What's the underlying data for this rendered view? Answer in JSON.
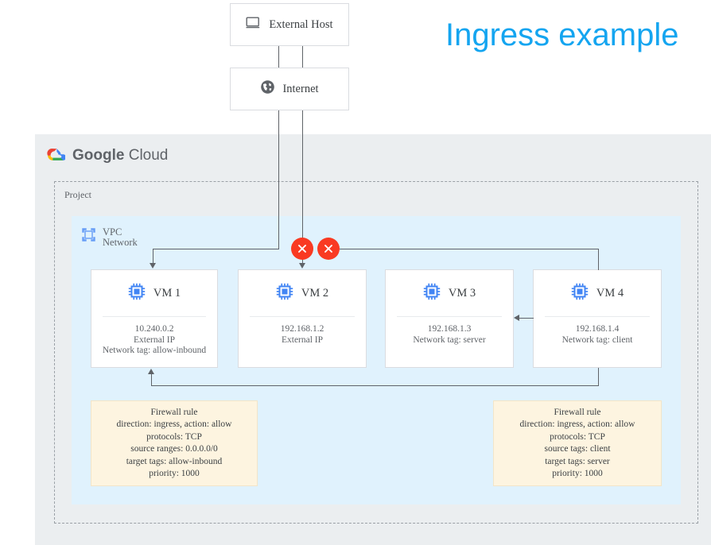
{
  "title": "Ingress example",
  "colors": {
    "title": "#14a5f0",
    "blocked": "#f93a22",
    "vpc_bg": "#e0f2fd",
    "gcp_bg": "#ebeef0",
    "firewall_bg": "#fdf4e0",
    "line": "#5f6368"
  },
  "external_nodes": [
    {
      "id": "external-host",
      "label": "External Host",
      "icon": "monitor-icon"
    },
    {
      "id": "internet",
      "label": "Internet",
      "icon": "globe-icon"
    }
  ],
  "cloud": {
    "brand_bold": "Google",
    "brand_light": "Cloud",
    "logo_icon": "google-cloud-icon",
    "project_label": "Project",
    "vpc_icon": "vpc-network-icon",
    "vpc_label_line1": "VPC",
    "vpc_label_line2": "Network"
  },
  "vms": [
    {
      "name": "VM 1",
      "icon": "vm-chip-icon",
      "meta": [
        "10.240.0.2",
        "External IP",
        "Network tag: allow-inbound"
      ]
    },
    {
      "name": "VM 2",
      "icon": "vm-chip-icon",
      "meta": [
        "192.168.1.2",
        "External IP"
      ]
    },
    {
      "name": "VM 3",
      "icon": "vm-chip-icon",
      "meta": [
        "192.168.1.3",
        "Network tag: server"
      ]
    },
    {
      "name": "VM 4",
      "icon": "vm-chip-icon",
      "meta": [
        "192.168.1.4",
        "Network tag: client"
      ]
    }
  ],
  "firewall_rules": [
    {
      "heading": "Firewall rule",
      "lines": [
        "direction: ingress, action: allow",
        "protocols: TCP",
        "source ranges: 0.0.0.0/0",
        "target tags: allow-inbound",
        "priority: 1000"
      ]
    },
    {
      "heading": "Firewall rule",
      "lines": [
        "direction: ingress, action: allow",
        "protocols: TCP",
        "source tags: client",
        "target tags: server",
        "priority: 1000"
      ]
    }
  ],
  "blocked_markers": [
    {
      "id": "blocked-vm2",
      "icon": "x-circle-icon",
      "tooltip": "blocked"
    },
    {
      "id": "blocked-vm4",
      "icon": "x-circle-icon",
      "tooltip": "blocked"
    }
  ]
}
